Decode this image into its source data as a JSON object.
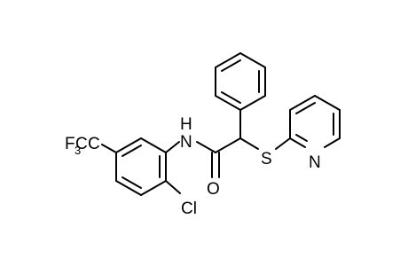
{
  "molecule": {
    "atoms": {
      "n_amide": "N",
      "h_amide": "H",
      "o_carbonyl": "O",
      "s_thioether": "S",
      "n_pyridine": "N",
      "cl": "Cl",
      "cf3_f": "F",
      "cf3_c": "C",
      "cf3_sub": "3",
      "cf3_c2": "C"
    },
    "line_color": "#000000",
    "background": "#ffffff"
  }
}
